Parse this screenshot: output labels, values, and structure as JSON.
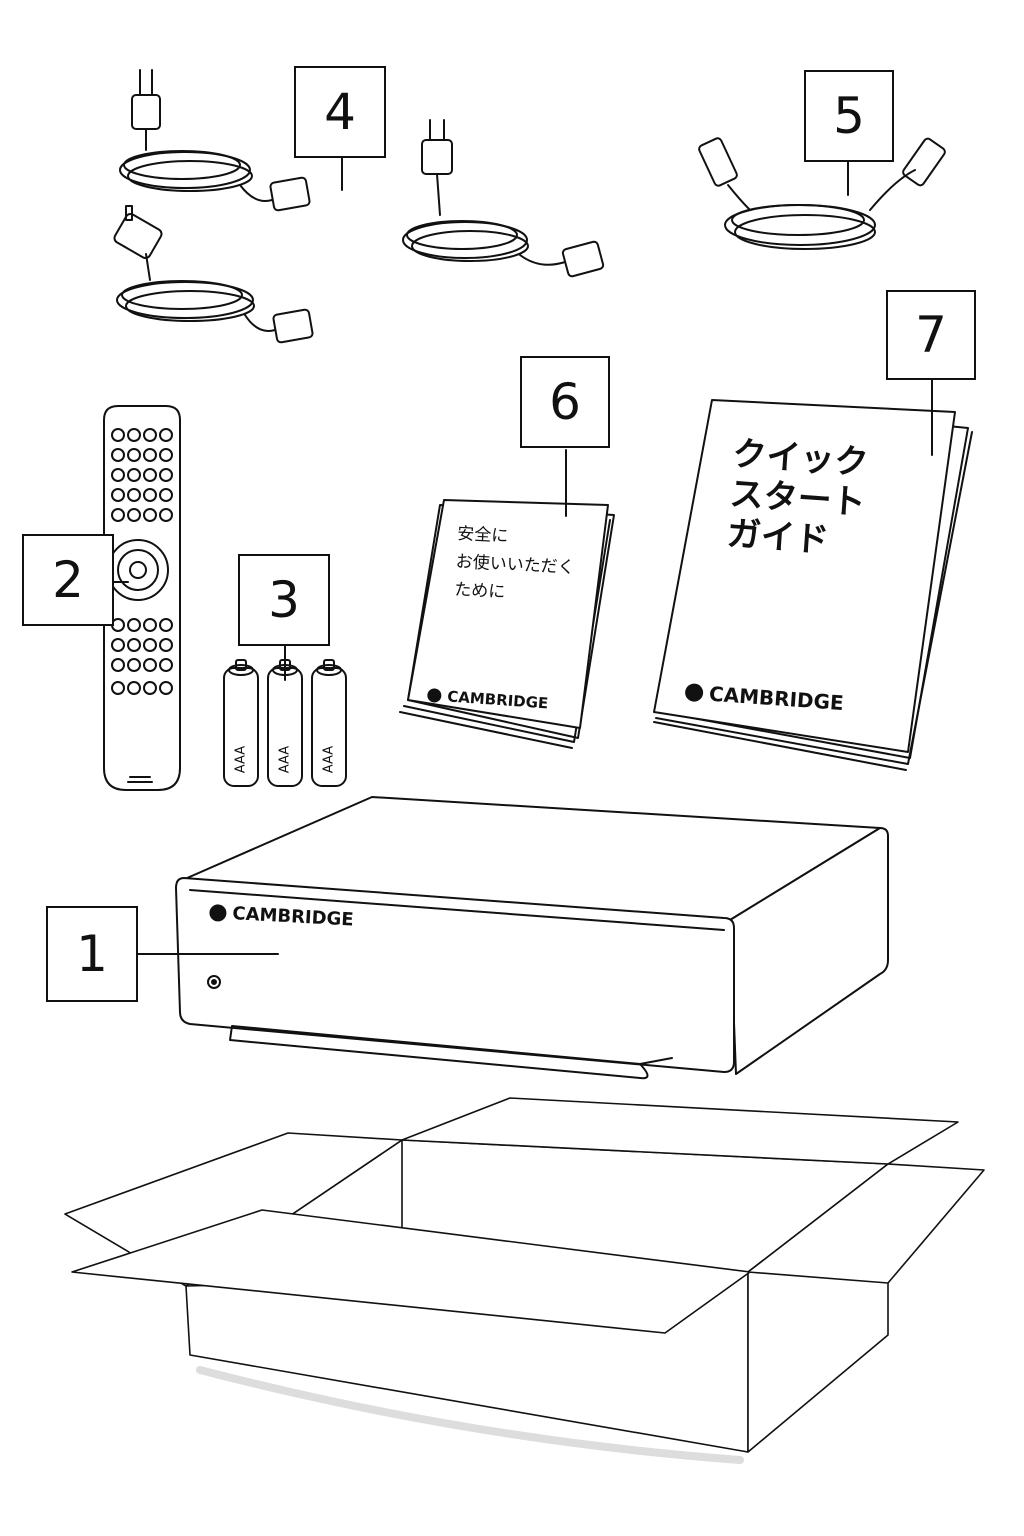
{
  "callouts": {
    "c1": "1",
    "c2": "2",
    "c3": "3",
    "c4": "4",
    "c5": "5",
    "c6": "6",
    "c7": "7"
  },
  "brand": "CAMBRIDGE",
  "battery_label": "AAA",
  "safety_booklet": {
    "line1": "安全に",
    "line2": "お使いいただく",
    "line3": "ために"
  },
  "quick_start": {
    "line1": "クイック",
    "line2": "スタート",
    "line3": "ガイド"
  }
}
